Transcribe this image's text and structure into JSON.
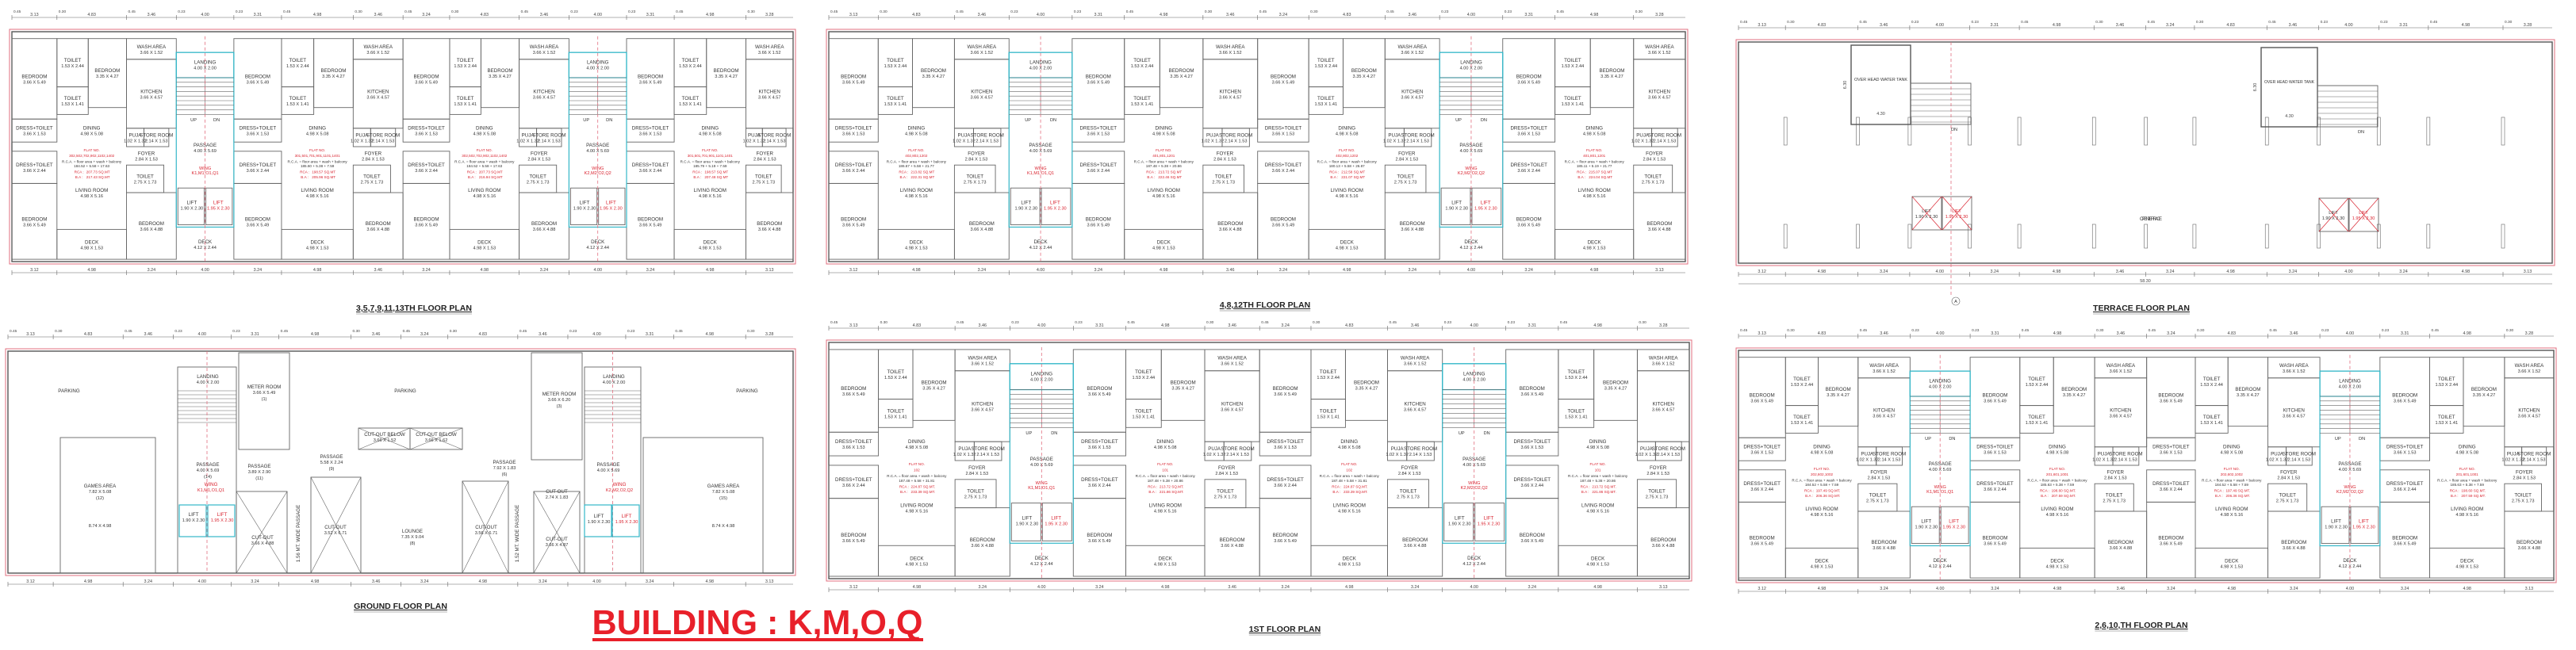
{
  "drawing_title": "BUILDING : K,M,O,Q",
  "dims_top": [
    "3.13",
    "4.83",
    "3.46",
    "4.00",
    "3.31",
    "4.98",
    "3.46",
    "3.24",
    "4.83",
    "3.46",
    "4.00",
    "3.31",
    "4.98",
    "3.28"
  ],
  "dims_bottom": [
    "3.12",
    "4.98",
    "3.24",
    "4.00",
    "3.24",
    "4.98",
    "3.46",
    "3.24",
    "4.98",
    "3.24",
    "4.00",
    "3.24",
    "4.98",
    "3.13"
  ],
  "pier_dims": [
    "0.45",
    "0.30",
    "0.45",
    "0.23",
    "0.23",
    "0.45",
    "0.30",
    "0.45",
    "0.30",
    "0.45",
    "0.23",
    "0.23",
    "0.45",
    "0.30"
  ],
  "typical_rooms": [
    {
      "name": "BEDROOM",
      "size": "3.66 X 5.49"
    },
    {
      "name": "TOILET",
      "size": "1.53 X 2.44"
    },
    {
      "name": "TOILET",
      "size": "1.53 X 1.41"
    },
    {
      "name": "BEDROOM",
      "size": "3.35 X 4.27"
    },
    {
      "name": "WASH AREA",
      "size": "3.66 X 1.52"
    },
    {
      "name": "KITCHEN",
      "size": "3.66 X 4.57"
    },
    {
      "name": "DRESS+TOILET",
      "size": "3.66 X 1.53"
    },
    {
      "name": "DINING",
      "size": "4.98 X 5.08"
    },
    {
      "name": "PUJA",
      "size": "1.02 X 1.32"
    },
    {
      "name": "STORE ROOM",
      "size": "2.14 X 1.53"
    },
    {
      "name": "DRESS+TOILET",
      "size": "3.66 X 2.44"
    },
    {
      "name": "BEDROOM",
      "size": "3.66 X 5.49"
    },
    {
      "name": "LIVING ROOM",
      "size": "4.98 X 5.16"
    },
    {
      "name": "DECK",
      "size": "4.98 X 1.53"
    },
    {
      "name": "FOYER",
      "size": "2.84 X 1.53"
    },
    {
      "name": "TOILET",
      "size": "2.75 X 1.73"
    },
    {
      "name": "BEDROOM",
      "size": "3.66 X 4.88"
    }
  ],
  "core_rooms": {
    "landing": {
      "name": "LANDING",
      "size": "4.00 X 2.00"
    },
    "up": "UP",
    "dn": "DN",
    "passage": {
      "name": "PASSAGE",
      "size": "4.00 X 5.69"
    },
    "lift_a": {
      "name": "LIFT",
      "size": "1.90 X 2.30"
    },
    "lift_b": {
      "name": "LIFT",
      "size": "1.95 X 2.30"
    },
    "deck": {
      "name": "DECK",
      "size": "4.12 X 2.44"
    },
    "wing_label": "WING",
    "wings": [
      "K1,M1,O1,Q1",
      "K2,M2,O2,Q2"
    ]
  },
  "flat_labels": {
    "flat_no": "FLAT NO.",
    "rca_prefix": "R.C.A. = floor area + wash + balcony",
    "rca": "RCA :",
    "ba": "B.A :"
  },
  "plans": [
    {
      "title": "3,5,7,9,11,13TH FLOOR PLAN",
      "flats": [
        {
          "no": "302,502,702,902,1102,1402",
          "formula": "184.52 + 5.58 + 17.63",
          "rca": "207.73 SQ.MT",
          "ba": "217.43 SQ.MT"
        },
        {
          "no": "301,501,701,901,1101,1401",
          "formula": "185.60 + 5.38 + 7.59",
          "rca": "198.57 SQ.MT",
          "ba": "205.96 SQ.MT"
        },
        {
          "no": "302,502,702,902,1102,1402",
          "formula": "184.52 + 5.58 + 17.63",
          "rca": "207.73 SQ.MT",
          "ba": "216.94 SQ.MT"
        },
        {
          "no": "301,501,701,901,1101,1401",
          "formula": "185.79 + 5.19 + 7.59",
          "rca": "198.57 SQ.MT",
          "ba": "207.48 SQ.MT"
        }
      ]
    },
    {
      "title": "4,8,12TH FLOOR PLAN",
      "flats": [
        {
          "no": "402,802,1202",
          "formula": "186.67 + 5.58 + 21.77",
          "rca": "213.82 SQ.MT",
          "ba": "222.31 SQ.MT"
        },
        {
          "no": "401,801,1201",
          "formula": "187.48 + 5.38 + 20.86",
          "rca": "213.72 SQ.MT",
          "ba": "222.46 SQ.MT"
        },
        {
          "no": "402,802,1202",
          "formula": "180.13 + 5.58 + 26.87",
          "rca": "212.58 SQ.MT",
          "ba": "221.07 SQ.MT"
        },
        {
          "no": "401,801,1201",
          "formula": "185.11 + 5.19 + 21.77",
          "rca": "215.07 SQ.MT",
          "ba": "224.04 SQ.MT"
        }
      ]
    },
    {
      "title": "TERRACE FLOOR PLAN"
    },
    {
      "title": "GROUND FLOOR PLAN"
    },
    {
      "title": "1ST FLOOR PLAN",
      "flats": [
        {
          "no": "102",
          "formula": "187.48 + 5.58 + 31.81",
          "rca": "224.87 SQ.MT.",
          "ba": "233.39 SQ.MT."
        },
        {
          "no": "101",
          "formula": "187.48 + 5.38 + 20.86",
          "rca": "213.72 SQ.MT.",
          "ba": "221.86 SQ.MT."
        },
        {
          "no": "102",
          "formula": "187.48 + 5.58 + 31.81",
          "rca": "224.87 SQ.MT.",
          "ba": "233.39 SQ.MT."
        },
        {
          "no": "101",
          "formula": "187.48 + 5.38 + 20.86",
          "rca": "213.72 SQ.MT.",
          "ba": "221.86 SQ.MT."
        }
      ]
    },
    {
      "title": "2,6,10,TH FLOOR PLAN",
      "flats": [
        {
          "no": "202,602,1002",
          "formula": "184.52 + 5.58 + 7.59",
          "rca": "197.49 SQ.MT.",
          "ba": "206.36 SQ.MT."
        },
        {
          "no": "201,601,1001",
          "formula": "185.63 + 5.38 + 7.59",
          "rca": "198.60 SQ.MT.",
          "ba": "207.59 SQ.MT."
        },
        {
          "no": "202,602,1002",
          "formula": "184.52 + 5.58 + 7.59",
          "rca": "197.49 SQ.MT.",
          "ba": "206.36 SQ.MT."
        },
        {
          "no": "201,601,1001",
          "formula": "185.63 + 5.38 + 7.59",
          "rca": "198.60 SQ.MT.",
          "ba": "207.59 SQ.MT."
        }
      ]
    }
  ],
  "ground_rooms": [
    {
      "name": "PARKING",
      "size": ""
    },
    {
      "name": "LANDING",
      "size": "4.00 X 2.00"
    },
    {
      "name": "METER ROOM",
      "size": "3.66 X 5.49",
      "tag": "(1)"
    },
    {
      "name": "PARKING",
      "size": ""
    },
    {
      "name": "METER ROOM",
      "size": "3.66 X 6.20",
      "tag": "(3)"
    },
    {
      "name": "LANDING",
      "size": "4.00 X 2.00"
    },
    {
      "name": "PARKING",
      "size": ""
    },
    {
      "name": "CUT-OUT BELOW",
      "size": "3.66 X 1.52"
    },
    {
      "name": "CUT-OUT BELOW",
      "size": "3.66 X 1.62"
    },
    {
      "name": "PASSAGE",
      "size": "5.58 X 2.24",
      "tag": "(9)"
    },
    {
      "name": "PASSAGE",
      "size": "4.00 X 5.69",
      "tag": "(14)"
    },
    {
      "name": "PASSAGE",
      "size": "3.89 X 2.90",
      "tag": "(11)"
    },
    {
      "name": "PASSAGE",
      "size": "7.92 X 1.83",
      "tag": "(6)"
    },
    {
      "name": "PASSAGE",
      "size": "4.00 X 5.69"
    },
    {
      "name": "GAMES AREA",
      "size": "7.82 X 5.08",
      "tag": "(12)",
      "extra": "8.74 X 4.98"
    },
    {
      "name": "GAMES AREA",
      "size": "7.82 X 5.08",
      "tag": "(15)",
      "extra": "8.74 X 4.98"
    },
    {
      "name": "LIFT",
      "size": "1.90 X 2.30"
    },
    {
      "name": "LIFT",
      "size": "1.95 X 2.30"
    },
    {
      "name": "LIFT",
      "size": "1.90 X 2.30"
    },
    {
      "name": "LIFT",
      "size": "1.95 X 2.30"
    },
    {
      "name": "CUT-OUT",
      "size": "3.66 X 4.88"
    },
    {
      "name": "CUT-OUT",
      "size": "3.52 X 6.71"
    },
    {
      "name": "LOUNGE",
      "size": "7.35 X 9.04",
      "tag": "(8)"
    },
    {
      "name": "CUT-OUT",
      "size": "3.56 X 6.71"
    },
    {
      "name": "CUT-OUT",
      "size": "3.66 X 4.87"
    },
    {
      "name": "CUT-OUT",
      "size": "2.74 X 1.83"
    },
    {
      "name": "WING",
      "size": "K1,M1,O1,Q1"
    },
    {
      "name": "WING",
      "size": "K2,M2,O2,Q2"
    },
    {
      "name": "1.56 MT. WIDE PASSAGE",
      "size": ""
    },
    {
      "name": "1.52 MT. WIDE PASSAGE",
      "size": ""
    }
  ],
  "terrace": {
    "tank": "OVER HEAD WATER TANK",
    "tank_dims": [
      "4.30",
      "6.30"
    ],
    "lift_a": {
      "name": "LIFT",
      "size": "1.90 X 2.30"
    },
    "lift_b": {
      "name": "LIFT",
      "size": "1.95 X 2.30"
    },
    "dn": "DN",
    "open_terrace": "OPEN TERRACE",
    "overall_dim": "58.30",
    "grid_marker": "A"
  },
  "colors": {
    "wall": "#555555",
    "outline": "#e26f7f",
    "core": "#34b7c8",
    "red_text": "#d9232f",
    "title_red": "#e8202a"
  }
}
